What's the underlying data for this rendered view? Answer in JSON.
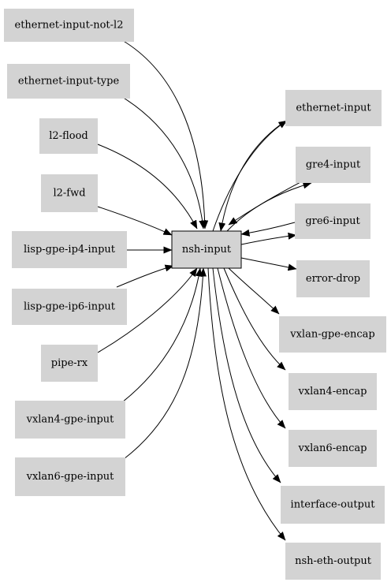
{
  "graph": {
    "center": "nsh-input",
    "inputs": [
      "ethernet-input-not-l2",
      "ethernet-input-type",
      "l2-flood",
      "l2-fwd",
      "lisp-gpe-ip4-input",
      "lisp-gpe-ip6-input",
      "pipe-rx",
      "vxlan4-gpe-input",
      "vxlan6-gpe-input"
    ],
    "outputs": [
      "ethernet-input",
      "gre4-input",
      "gre6-input",
      "error-drop",
      "vxlan-gpe-encap",
      "vxlan4-encap",
      "vxlan6-encap",
      "interface-output",
      "nsh-eth-output"
    ],
    "bidirectional": [
      "ethernet-input",
      "gre4-input",
      "gre6-input"
    ]
  },
  "colors": {
    "node_fill": "#d3d3d3",
    "edge": "#000000",
    "background": "#ffffff"
  }
}
